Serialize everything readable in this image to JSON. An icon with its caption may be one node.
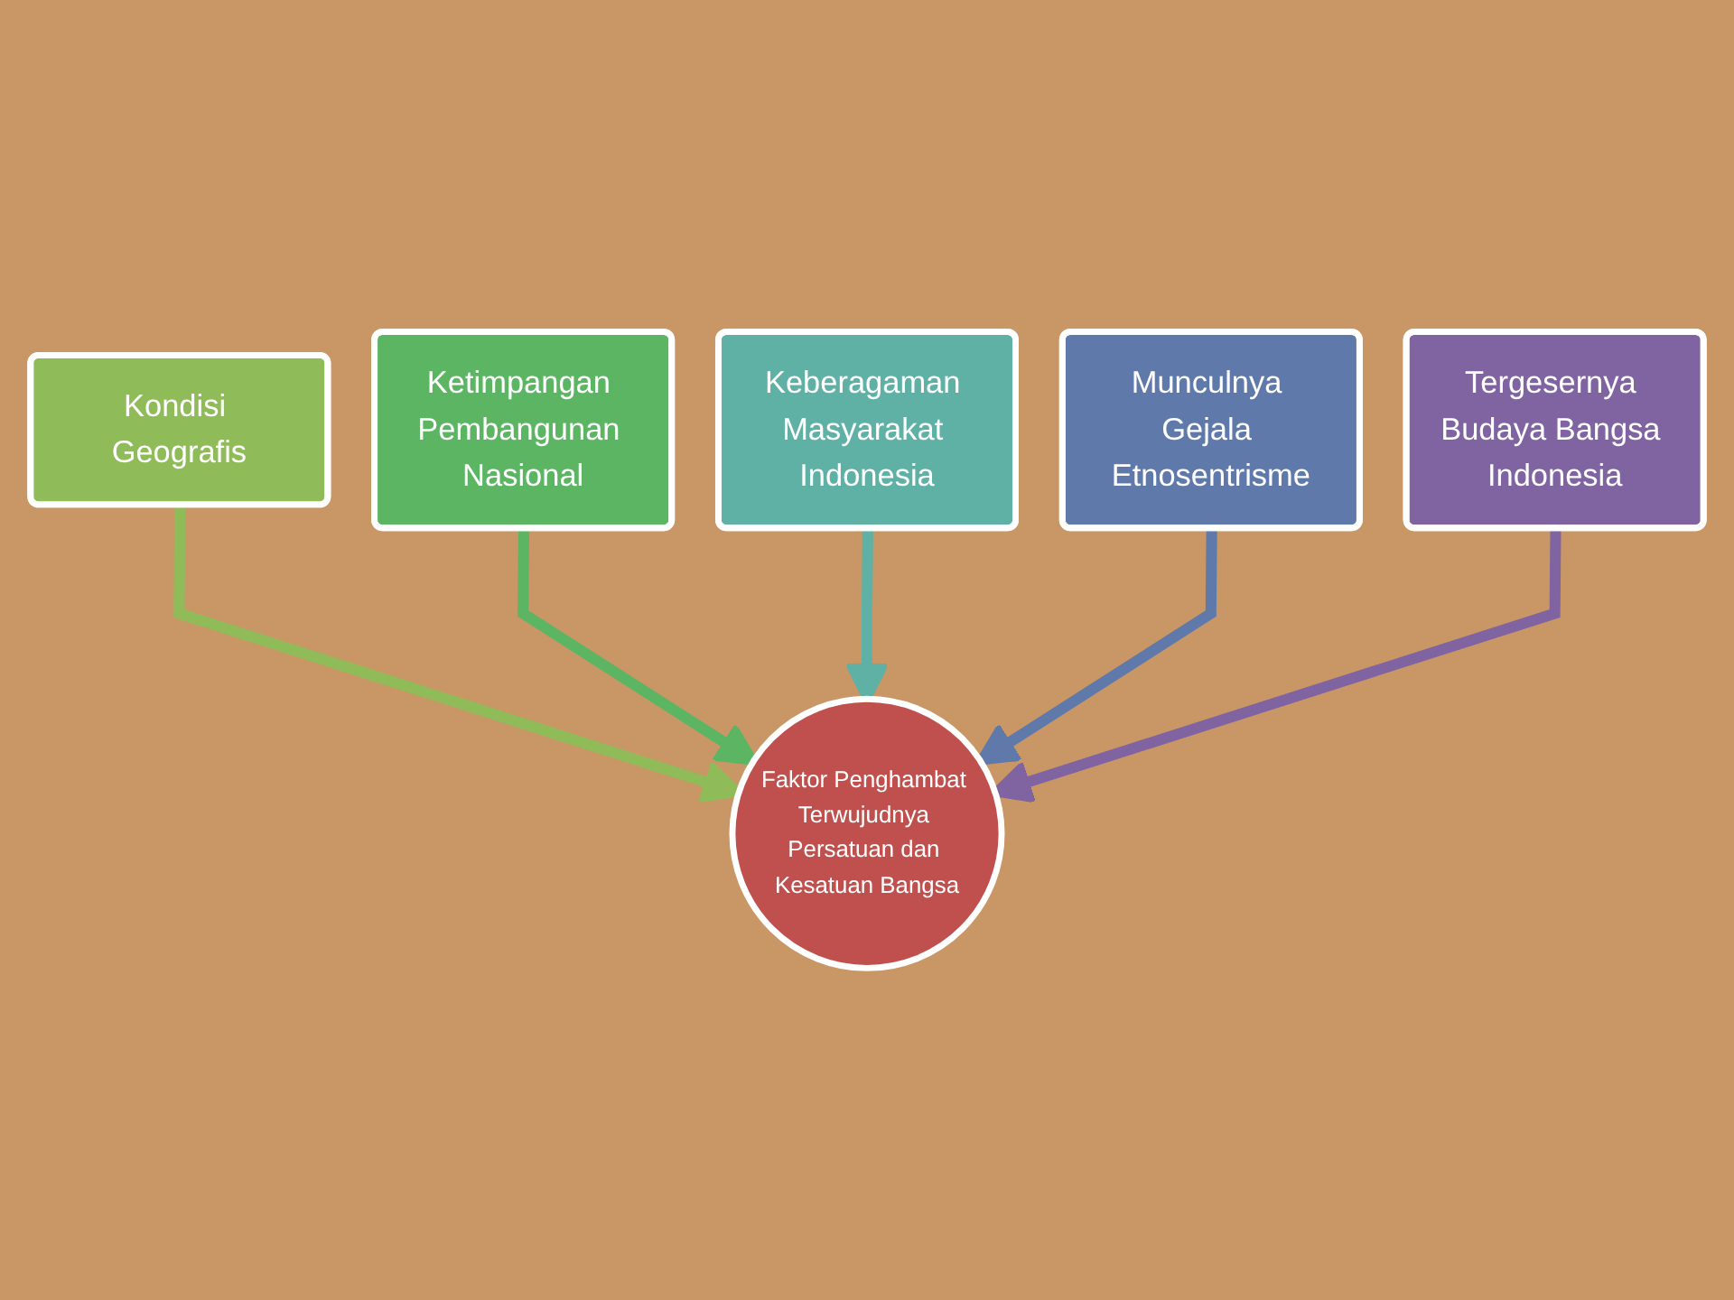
{
  "diagram": {
    "nodes": [
      {
        "text": [
          "Keberagaman Masyarakat Indonesia"
        ]
      },
      {
        "text": [
          "Ketimpangan Pembangunan Nasional"
        ]
      },
      {
        "text": [
          "Munculnya Gejala Etnosentrisme"
        ]
      },
      {
        "text": [
          "Kondisi Geografis"
        ]
      },
      {
        "text": [
          "Faktor Penghambat Terwujudnya Persatuan dan Kesatuan Bangsa"
        ]
      },
      {
        "text": [
          "Tergesernya Budaya Bangsa Indonesia"
        ]
      }
    ],
    "edges": [
      {
        "from": 3,
        "to": 4,
        "arrow": "to",
        "color": "#8fbc59"
      },
      {
        "from": 1,
        "to": 4,
        "arrow": "to",
        "color": "#5cb563"
      },
      {
        "from": 0,
        "to": 4,
        "arrow": "to",
        "color": "#5fb0a5"
      },
      {
        "from": 2,
        "to": 4,
        "arrow": "to",
        "color": "#5f79ab"
      },
      {
        "from": 5,
        "to": 4,
        "arrow": "to",
        "color": "#8064a2"
      }
    ]
  }
}
